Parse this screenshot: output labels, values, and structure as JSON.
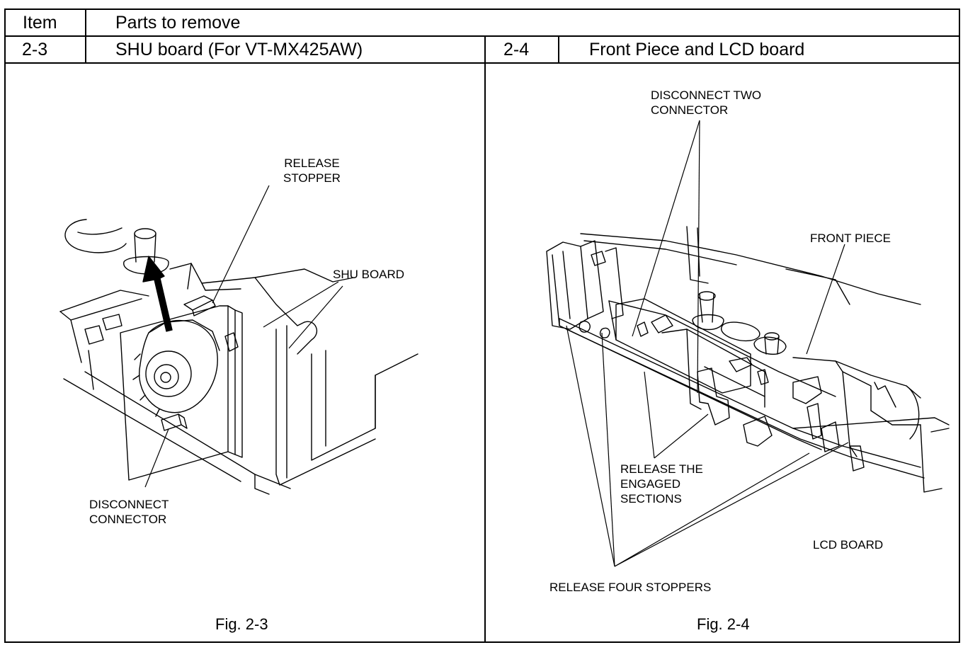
{
  "table": {
    "col_item": "Item",
    "col_parts": "Parts to remove",
    "left": {
      "item": "2-3",
      "parts": "SHU board (For VT-MX425AW)",
      "figure": "Fig. 2-3"
    },
    "right": {
      "item": "2-4",
      "parts": "Front Piece and LCD board",
      "figure": "Fig. 2-4"
    }
  },
  "fig23": {
    "callouts": {
      "release_stopper": [
        "RELEASE",
        "STOPPER"
      ],
      "shu_board": "SHU BOARD",
      "disconnect_connector": [
        "DISCONNECT",
        "CONNECTOR"
      ]
    }
  },
  "fig24": {
    "callouts": {
      "disconnect_two": [
        "DISCONNECT TWO",
        "CONNECTOR"
      ],
      "front_piece": "FRONT PIECE",
      "release_engaged": [
        "RELEASE THE",
        "ENGAGED",
        "SECTIONS"
      ],
      "lcd_board": "LCD BOARD",
      "release_four": "RELEASE FOUR STOPPERS"
    }
  }
}
